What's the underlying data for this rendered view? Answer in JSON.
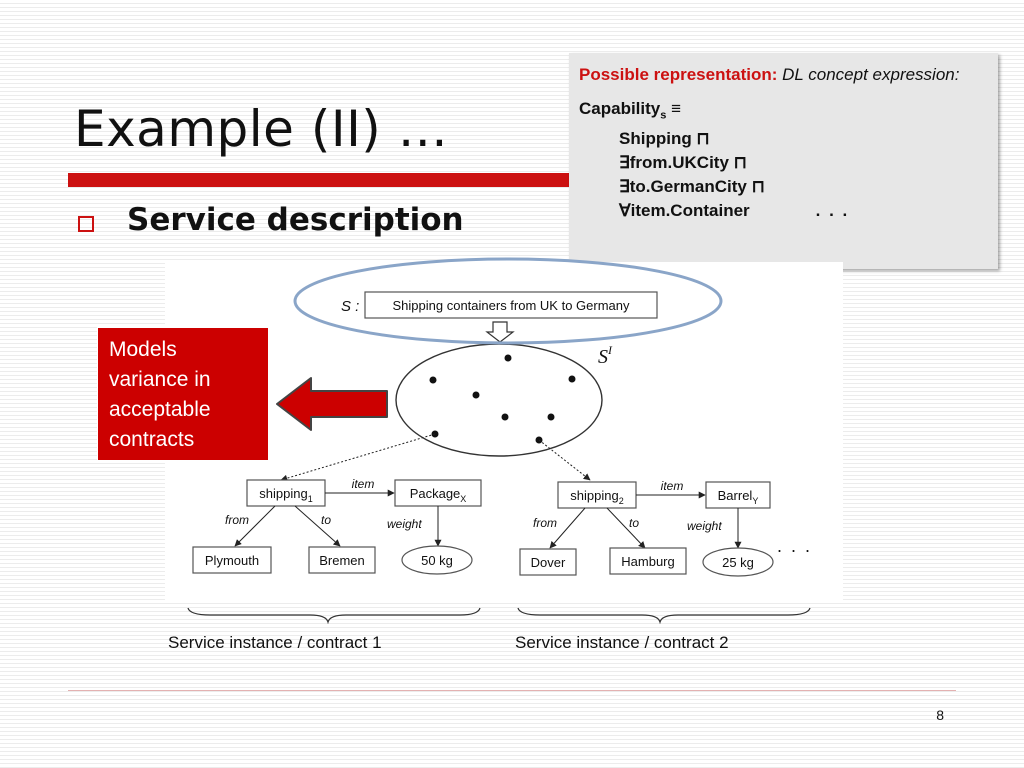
{
  "slide": {
    "title": "Example (II) …",
    "bullet": "Service description",
    "page_number": "8"
  },
  "representation": {
    "label": "Possible representation:",
    "desc": "DL concept expression:",
    "capability": "Capability",
    "capability_sub": "s",
    "capability_op": "≡",
    "lines": [
      "Shipping ⊓",
      "∃from.UKCity ⊓",
      "∃to.GermanCity ⊓",
      "∀item.Container"
    ],
    "ellipsis": ". . ."
  },
  "callout": {
    "text": "Models variance in acceptable contracts"
  },
  "diagram": {
    "s_label": "S :",
    "s_box": "Shipping containers from UK to Germany",
    "set_label": "S",
    "set_sup": "I",
    "instance1": {
      "node": "shipping",
      "node_sub": "1",
      "item_label": "item",
      "package": "Package",
      "package_sub": "X",
      "from_label": "from",
      "to_label": "to",
      "weight_label": "weight",
      "from_city": "Plymouth",
      "to_city": "Bremen",
      "weight": "50 kg"
    },
    "instance2": {
      "node": "shipping",
      "node_sub": "2",
      "item_label": "item",
      "package": "Barrel",
      "package_sub": "Y",
      "from_label": "from",
      "to_label": "to",
      "weight_label": "weight",
      "from_city": "Dover",
      "to_city": "Hamburg",
      "weight": "25 kg"
    },
    "ellipsis": ". . ."
  },
  "captions": {
    "contract1": "Service instance / contract 1",
    "contract2": "Service instance / contract 2"
  },
  "colors": {
    "accent_red": "#cc1111",
    "oval_blue": "#8aa5c8",
    "panel_gray": "#e7e7e7"
  }
}
